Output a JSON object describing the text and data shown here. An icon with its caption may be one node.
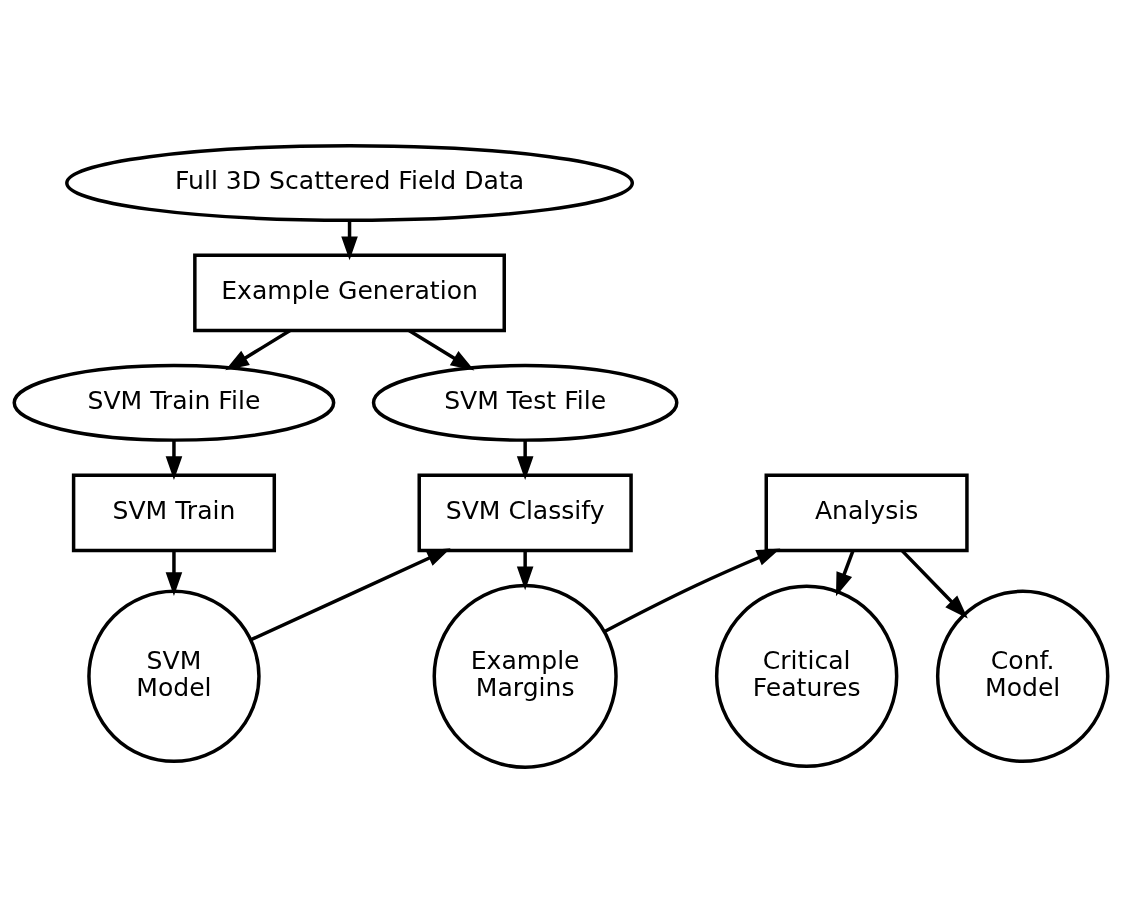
{
  "diagram": {
    "nodes": [
      {
        "text": [
          "Full 3D Scattered Field Data"
        ]
      },
      {
        "text": [
          "Example Generation"
        ]
      },
      {
        "text": [
          "SVM Train File"
        ]
      },
      {
        "text": [
          "SVM Test File"
        ]
      },
      {
        "text": [
          "SVM Train"
        ]
      },
      {
        "text": [
          "SVM Classify"
        ]
      },
      {
        "text": [
          "Analysis"
        ]
      },
      {
        "text": [
          "SVM Model"
        ]
      },
      {
        "text": [
          "Example Margins"
        ]
      },
      {
        "text": [
          "Critical Features"
        ]
      },
      {
        "text": [
          "Conf. Model"
        ]
      }
    ],
    "edges": [
      {
        "from": 0,
        "to": 1,
        "arrow": "to"
      },
      {
        "from": 1,
        "to": 2,
        "arrow": "to"
      },
      {
        "from": 1,
        "to": 3,
        "arrow": "to"
      },
      {
        "from": 2,
        "to": 4,
        "arrow": "to"
      },
      {
        "from": 3,
        "to": 5,
        "arrow": "to"
      },
      {
        "from": 4,
        "to": 7,
        "arrow": "to"
      },
      {
        "from": 7,
        "to": 5,
        "arrow": "to"
      },
      {
        "from": 5,
        "to": 8,
        "arrow": "to"
      },
      {
        "from": 8,
        "to": 6,
        "arrow": "to"
      },
      {
        "from": 6,
        "to": 9,
        "arrow": "to"
      },
      {
        "from": 6,
        "to": 10,
        "arrow": "to"
      }
    ]
  }
}
